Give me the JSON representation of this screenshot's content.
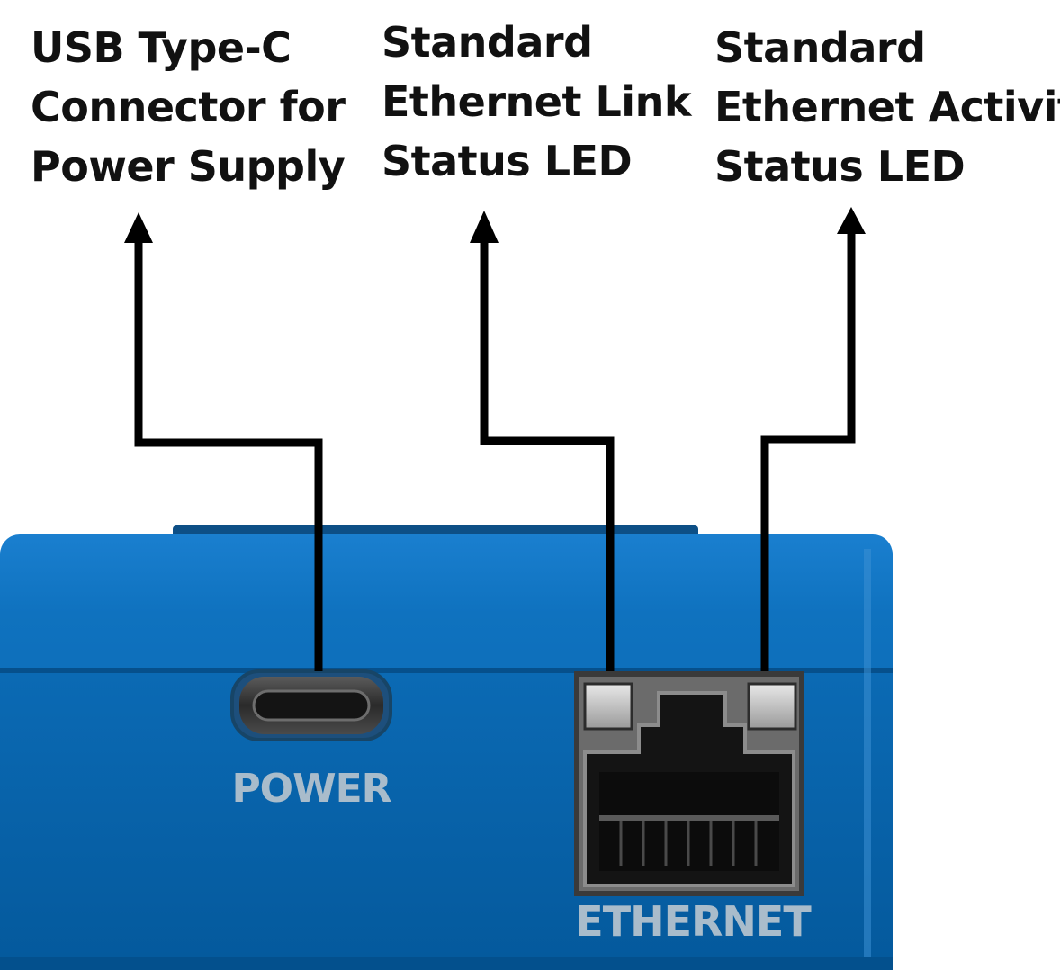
{
  "callouts": {
    "usb_connector": {
      "lines": [
        "USB Type-C",
        "Connector for",
        "Power Supply"
      ]
    },
    "link_led": {
      "lines": [
        "Standard",
        "Ethernet Link",
        "Status LED"
      ]
    },
    "activity_led": {
      "lines": [
        "Standard",
        "Ethernet Activity",
        "Status LED"
      ]
    }
  },
  "device": {
    "power_label": "POWER",
    "ethernet_label": "ETHERNET"
  },
  "colors": {
    "enclosure_blue": "#0a6cb5",
    "enclosure_top": "#1278c8",
    "port_label": "#a9bccb",
    "arrow": "#000000"
  }
}
